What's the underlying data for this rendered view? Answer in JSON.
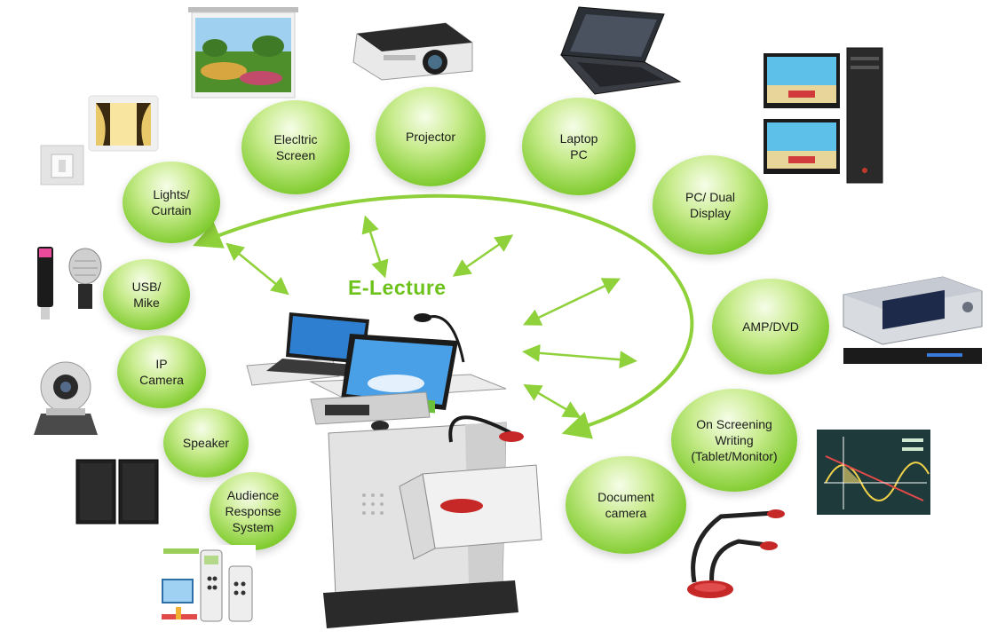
{
  "title": "E-Lecture",
  "nodes": {
    "electric_screen": "Elecltric\nScreen",
    "projector": "Projector",
    "laptop_pc": "Laptop\nPC",
    "pc_dual_display": "PC/ Dual\nDisplay",
    "lights_curtain": "Lights/\nCurtain",
    "usb_mike": "USB/\nMike",
    "ip_camera": "IP\nCamera",
    "speaker": "Speaker",
    "audience_response": "Audience\nResponse\nSystem",
    "amp_dvd": "AMP/DVD",
    "on_screening": "On Screening\nWriting\n(Tablet/Monitor)",
    "document_camera": "Document\ncamera"
  },
  "colors": {
    "accent_green": "#7fcb2e",
    "arrow_green": "#8fd13a",
    "title_green": "#6dc21c"
  },
  "icons": [
    "projection-screen-icon",
    "projector-icon",
    "laptop-icon",
    "pc-dual-monitor-icon",
    "light-curtain-icon",
    "usb-mike-icon",
    "ip-camera-icon",
    "speaker-icon",
    "response-system-icon",
    "amp-dvd-icon",
    "tablet-writing-icon",
    "document-camera-icon",
    "lecture-podium-icon"
  ]
}
